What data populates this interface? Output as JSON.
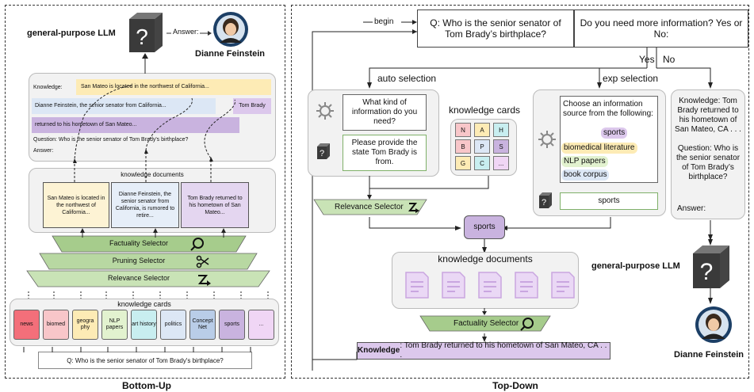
{
  "bottom_up": {
    "panel_label": "Bottom-Up",
    "llm_label": "general-purpose LLM",
    "answer_label": "Answer:",
    "person_name": "Dianne Feinstein",
    "context": {
      "knowledge_label": "Knowledge:",
      "line1": "San Mateo is located in the northwest of California...",
      "line2": "Dianne Feinstein, the senior senator from California...",
      "line2_tag": "Tom Brady",
      "line3": "returned to his hometown of San Mateo...",
      "question": "Question: Who is the senior senator of Tom Brady's birthplace?",
      "answer": "Answer:"
    },
    "knowledge_documents_title": "knowledge documents",
    "documents": [
      "San Mateo is located in the northwest of California...",
      "Dianne Feinstein, the senior senator from California, is rumored to retire...",
      "Tom Brady returned to his hometown of San Mateo..."
    ],
    "selectors": {
      "factuality": "Factuality Selector",
      "pruning": "Pruning Selector",
      "relevance": "Relevance Selector"
    },
    "knowledge_cards_title": "knowledge cards",
    "cards": [
      {
        "label": "news",
        "color": "#f36f7a"
      },
      {
        "label": "biomed",
        "color": "#f8c6c9"
      },
      {
        "label": "geogra phy",
        "color": "#fdebb5"
      },
      {
        "label": "NLP papers",
        "color": "#e2f2cf"
      },
      {
        "label": "art history",
        "color": "#c8eef0"
      },
      {
        "label": "politics",
        "color": "#dce7f5"
      },
      {
        "label": "Concept Net",
        "color": "#b9cde8"
      },
      {
        "label": "sports",
        "color": "#c9b3df"
      },
      {
        "label": "...",
        "color": "#f0d6f5"
      }
    ],
    "question": "Q: Who is the senior senator of Tom Brady's birthplace?"
  },
  "top_down": {
    "panel_label": "Top-Down",
    "begin_label": "begin",
    "question": "Q: Who is the senior senator of Tom Brady’s birthplace?",
    "more_info": "Do you need more information? Yes or No:",
    "yes": "Yes",
    "no": "No",
    "auto_selection": "auto selection",
    "exp_selection": "exp selection",
    "auto_prompt": "What kind of information do you need?",
    "auto_reply": "Please provide the state Tom Brady is from.",
    "knowledge_cards_title": "knowledge cards",
    "grid": [
      {
        "label": "N",
        "color": "#f8c6c9"
      },
      {
        "label": "A",
        "color": "#fdebb5"
      },
      {
        "label": "H",
        "color": "#c8eef0"
      },
      {
        "label": "B",
        "color": "#f8c6c9"
      },
      {
        "label": "P",
        "color": "#dce7f5"
      },
      {
        "label": "S",
        "color": "#c9b3df"
      },
      {
        "label": "G",
        "color": "#fdebb5"
      },
      {
        "label": "C",
        "color": "#c8eef0"
      },
      {
        "label": "...",
        "color": "#f0d6f5"
      }
    ],
    "exp_prompt": "Choose an information source from the following:",
    "exp_options": [
      "sports",
      "biomedical literature",
      "NLP papers",
      "book corpus"
    ],
    "exp_reply": "sports",
    "relevance_selector": "Relevance Selector",
    "sports_node": "sports",
    "knowledge_documents_title": "knowledge documents",
    "factuality_selector": "Factuality Selector",
    "knowledge_label": "Knowledge",
    "knowledge_text": ": Tom Brady returned to his hometown of San Mateo, CA . . .",
    "side_text": "Knowledge: Tom Brady returned to his hometown of San Mateo, CA . . .",
    "side_question": "Question: Who is the senior senator of Tom Brady’s birthplace?",
    "side_answer": "Answer:",
    "llm_label": "general-purpose LLM",
    "person_name": "Dianne Feinstein"
  }
}
